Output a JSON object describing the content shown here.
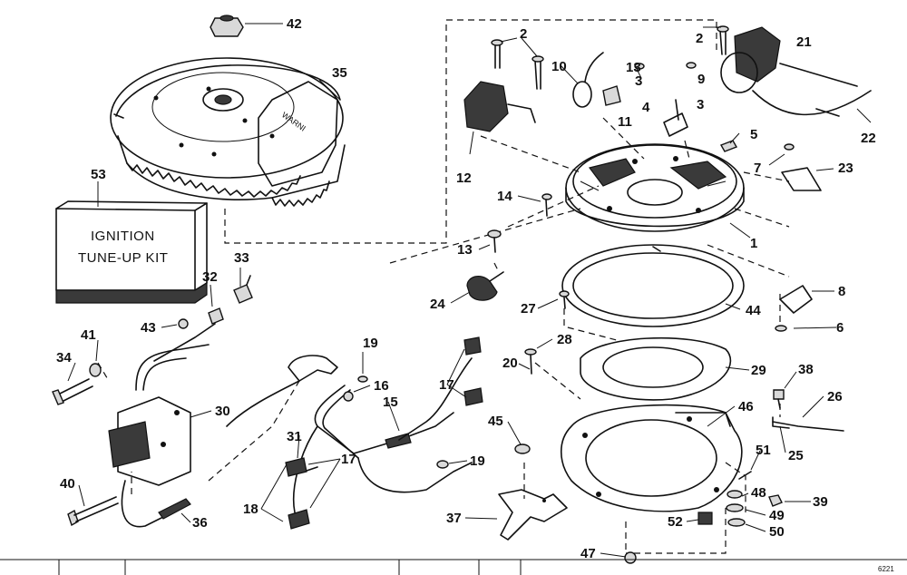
{
  "kit_box": {
    "line1": "IGNITION",
    "line2": "TUNE-UP KIT"
  },
  "flywheel_text": "WARNI",
  "figure_code": "6221",
  "parts": [
    {
      "num": "42"
    },
    {
      "num": "35"
    },
    {
      "num": "53"
    },
    {
      "num": "2"
    },
    {
      "num": "10"
    },
    {
      "num": "13"
    },
    {
      "num": "3"
    },
    {
      "num": "9"
    },
    {
      "num": "2"
    },
    {
      "num": "21"
    },
    {
      "num": "3"
    },
    {
      "num": "4"
    },
    {
      "num": "11"
    },
    {
      "num": "3"
    },
    {
      "num": "12"
    },
    {
      "num": "22"
    },
    {
      "num": "5"
    },
    {
      "num": "7"
    },
    {
      "num": "23"
    },
    {
      "num": "14"
    },
    {
      "num": "1"
    },
    {
      "num": "13"
    },
    {
      "num": "33"
    },
    {
      "num": "32"
    },
    {
      "num": "8"
    },
    {
      "num": "24"
    },
    {
      "num": "27"
    },
    {
      "num": "44"
    },
    {
      "num": "43"
    },
    {
      "num": "6"
    },
    {
      "num": "41"
    },
    {
      "num": "19"
    },
    {
      "num": "28"
    },
    {
      "num": "34"
    },
    {
      "num": "20"
    },
    {
      "num": "29"
    },
    {
      "num": "38"
    },
    {
      "num": "16"
    },
    {
      "num": "17"
    },
    {
      "num": "26"
    },
    {
      "num": "15"
    },
    {
      "num": "46"
    },
    {
      "num": "30"
    },
    {
      "num": "45"
    },
    {
      "num": "31"
    },
    {
      "num": "25"
    },
    {
      "num": "17"
    },
    {
      "num": "19"
    },
    {
      "num": "51"
    },
    {
      "num": "40"
    },
    {
      "num": "48"
    },
    {
      "num": "39"
    },
    {
      "num": "18"
    },
    {
      "num": "49"
    },
    {
      "num": "37"
    },
    {
      "num": "36"
    },
    {
      "num": "52"
    },
    {
      "num": "50"
    },
    {
      "num": "47"
    }
  ]
}
